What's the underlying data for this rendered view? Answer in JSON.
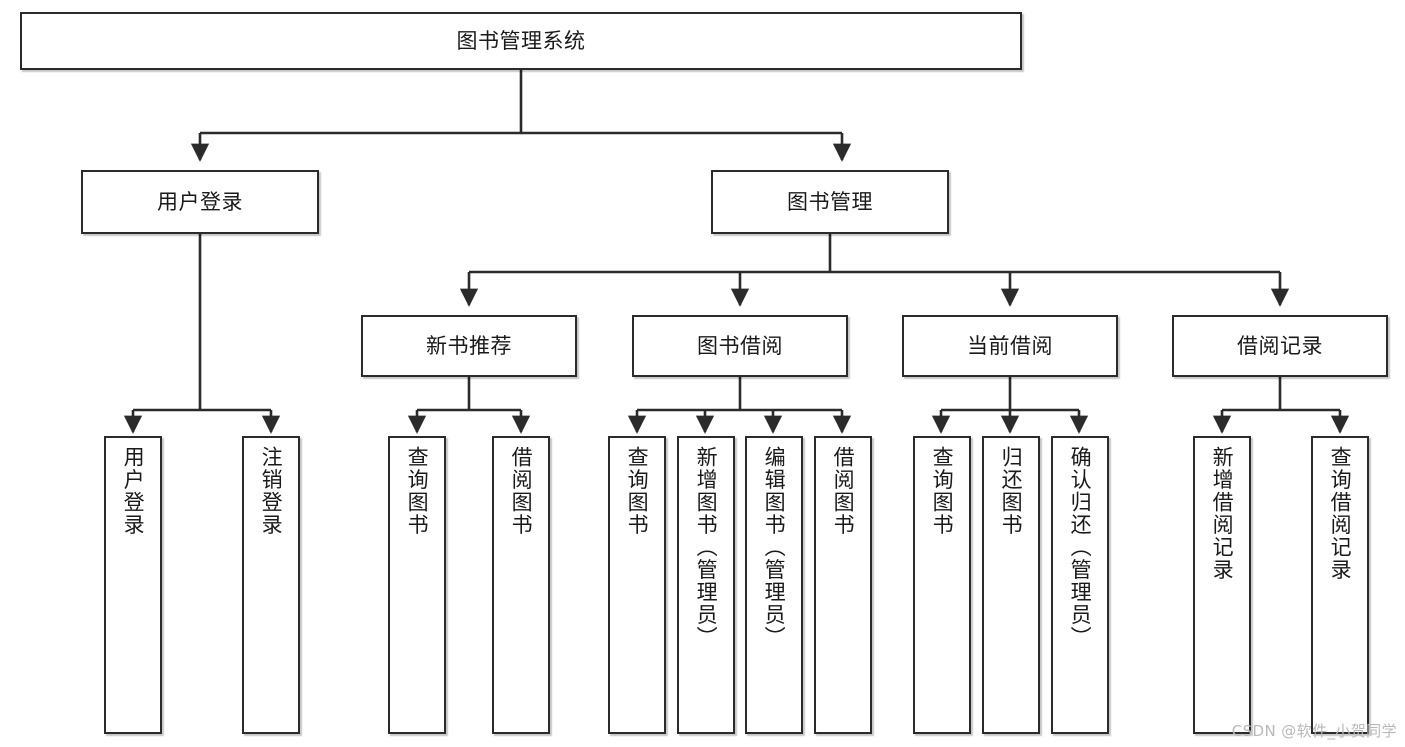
{
  "diagram": {
    "title": "图书管理系统",
    "type": "tree-hierarchy-diagram",
    "watermark": "CSDN @软件_小贺同学",
    "colors": {
      "box_border": "#2b2b2b",
      "box_fill": "#ffffff",
      "edge": "#2b2b2b",
      "text": "#1a1a1a",
      "watermark": "#b9b9b9",
      "background": "#ffffff"
    },
    "nodes": {
      "root": {
        "label": "图书管理系统",
        "orientation": "horizontal"
      },
      "level2": [
        {
          "id": "user-login",
          "label": "用户登录",
          "orientation": "horizontal"
        },
        {
          "id": "book-management",
          "label": "图书管理",
          "orientation": "horizontal"
        }
      ],
      "level3": [
        {
          "id": "new-book-recommend",
          "label": "新书推荐",
          "orientation": "horizontal"
        },
        {
          "id": "book-borrow",
          "label": "图书借阅",
          "orientation": "horizontal"
        },
        {
          "id": "current-borrow",
          "label": "当前借阅",
          "orientation": "horizontal"
        },
        {
          "id": "borrow-record",
          "label": "借阅记录",
          "orientation": "horizontal"
        }
      ],
      "leaves": [
        {
          "id": "leaf-user-login",
          "label": "用户登录",
          "parent": "user-login",
          "orientation": "vertical"
        },
        {
          "id": "leaf-logout-login",
          "label": "注销登录",
          "parent": "user-login",
          "orientation": "vertical"
        },
        {
          "id": "leaf-query-book-1",
          "label": "查询图书",
          "parent": "new-book-recommend",
          "orientation": "vertical"
        },
        {
          "id": "leaf-borrow-book-1",
          "label": "借阅图书",
          "parent": "new-book-recommend",
          "orientation": "vertical"
        },
        {
          "id": "leaf-query-book-2",
          "label": "查询图书",
          "parent": "book-borrow",
          "orientation": "vertical"
        },
        {
          "id": "leaf-add-book",
          "label": "新增图书（管理员）",
          "parent": "book-borrow",
          "orientation": "vertical"
        },
        {
          "id": "leaf-edit-book",
          "label": "编辑图书（管理员）",
          "parent": "book-borrow",
          "orientation": "vertical"
        },
        {
          "id": "leaf-borrow-book-2",
          "label": "借阅图书",
          "parent": "book-borrow",
          "orientation": "vertical"
        },
        {
          "id": "leaf-query-book-3",
          "label": "查询图书",
          "parent": "current-borrow",
          "orientation": "vertical"
        },
        {
          "id": "leaf-return-book",
          "label": "归还图书",
          "parent": "current-borrow",
          "orientation": "vertical"
        },
        {
          "id": "leaf-confirm-return",
          "label": "确认归还（管理员）",
          "parent": "current-borrow",
          "orientation": "vertical"
        },
        {
          "id": "leaf-add-record",
          "label": "新增借阅记录",
          "parent": "borrow-record",
          "orientation": "vertical"
        },
        {
          "id": "leaf-query-record",
          "label": "查询借阅记录",
          "parent": "borrow-record",
          "orientation": "vertical"
        }
      ]
    }
  }
}
